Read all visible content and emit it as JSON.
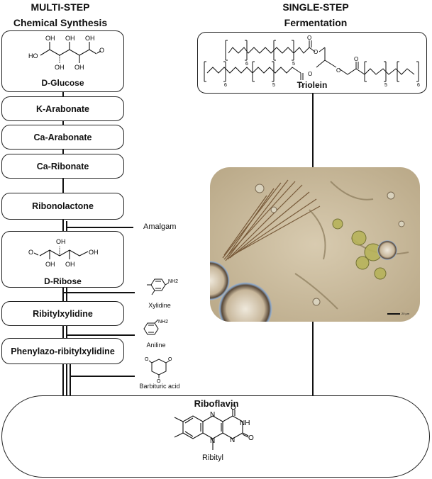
{
  "headers": {
    "multi_step": "MULTI-STEP",
    "chemical_synthesis": "Chemical Synthesis",
    "single_step": "SINGLE-STEP",
    "fermentation": "Fermentation"
  },
  "steps": {
    "glucose": "D-Glucose",
    "k_arabonate": "K-Arabonate",
    "ca_arabonate": "Ca-Arabonate",
    "ca_ribonate": "Ca-Ribonate",
    "ribonolactone": "Ribonolactone",
    "ribose": "D-Ribose",
    "ribitylxylidine": "Ribitylxylidine",
    "phenylazo": "Phenylazo-ribitylxylidine"
  },
  "reagents": {
    "amalgam": "Amalgam",
    "xylidine": "Xylidine",
    "aniline": "Aniline",
    "barbituric_acid": "Barbituric acid"
  },
  "triolein": "Triolein",
  "riboflavin": "Riboflavin",
  "ribityl": "Ribityl",
  "scale_bar_label": "20 μm",
  "atoms": {
    "oh": "OH",
    "ho": "HO",
    "o": "O",
    "nh2": "NH2",
    "nh": "NH",
    "n": "N",
    "h": "H",
    "sub6": "6",
    "sub5": "5"
  }
}
